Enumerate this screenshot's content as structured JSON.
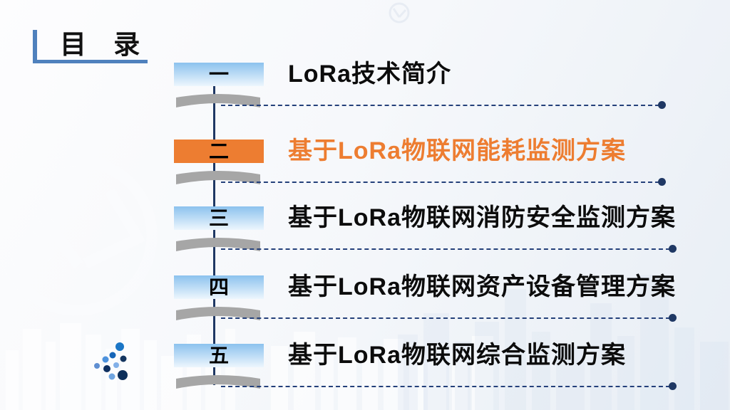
{
  "slide": {
    "heading": "目 录",
    "items": [
      {
        "num": "一",
        "title": "LoRa技术简介",
        "highlight": false
      },
      {
        "num": "二",
        "title": "基于LoRa物联网能耗监测方案",
        "highlight": true
      },
      {
        "num": "三",
        "title": "基于LoRa物联网消防安全监测方案",
        "highlight": false
      },
      {
        "num": "四",
        "title": "基于LoRa物联网资产设备管理方案",
        "highlight": false
      },
      {
        "num": "五",
        "title": "基于LoRa物联网综合监测方案",
        "highlight": false
      }
    ],
    "colors": {
      "accent": "#ED7D31",
      "box_blue_top": "#8CC2EE",
      "box_blue_bottom": "#EDF6FD",
      "line_navy": "#1F3864",
      "dotted": "#24407A",
      "heading_border": "#4F81BD",
      "curve_gray": "#A6A6A6"
    }
  }
}
